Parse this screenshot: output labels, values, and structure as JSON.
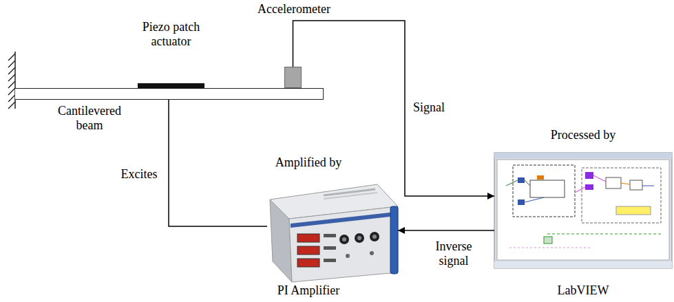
{
  "diagram": {
    "nodes": [
      {
        "text": [
          "Accelerometer"
        ]
      },
      {
        "text": [
          "Piezo patch actuator"
        ]
      },
      {
        "text": [
          "Cantilevered beam"
        ]
      },
      {
        "text": [
          "Processed by",
          "LabVIEW"
        ]
      },
      {
        "text": [
          "Amplified by",
          "PI Amplifier"
        ]
      }
    ],
    "edges": [
      {
        "from": 0,
        "to": 3,
        "label": "Signal",
        "arrow": "to"
      },
      {
        "from": 3,
        "to": 4,
        "label": "Inverse signal",
        "arrow": "to"
      },
      {
        "from": 4,
        "to": 1,
        "label": "Excites",
        "arrow": "to"
      }
    ]
  }
}
